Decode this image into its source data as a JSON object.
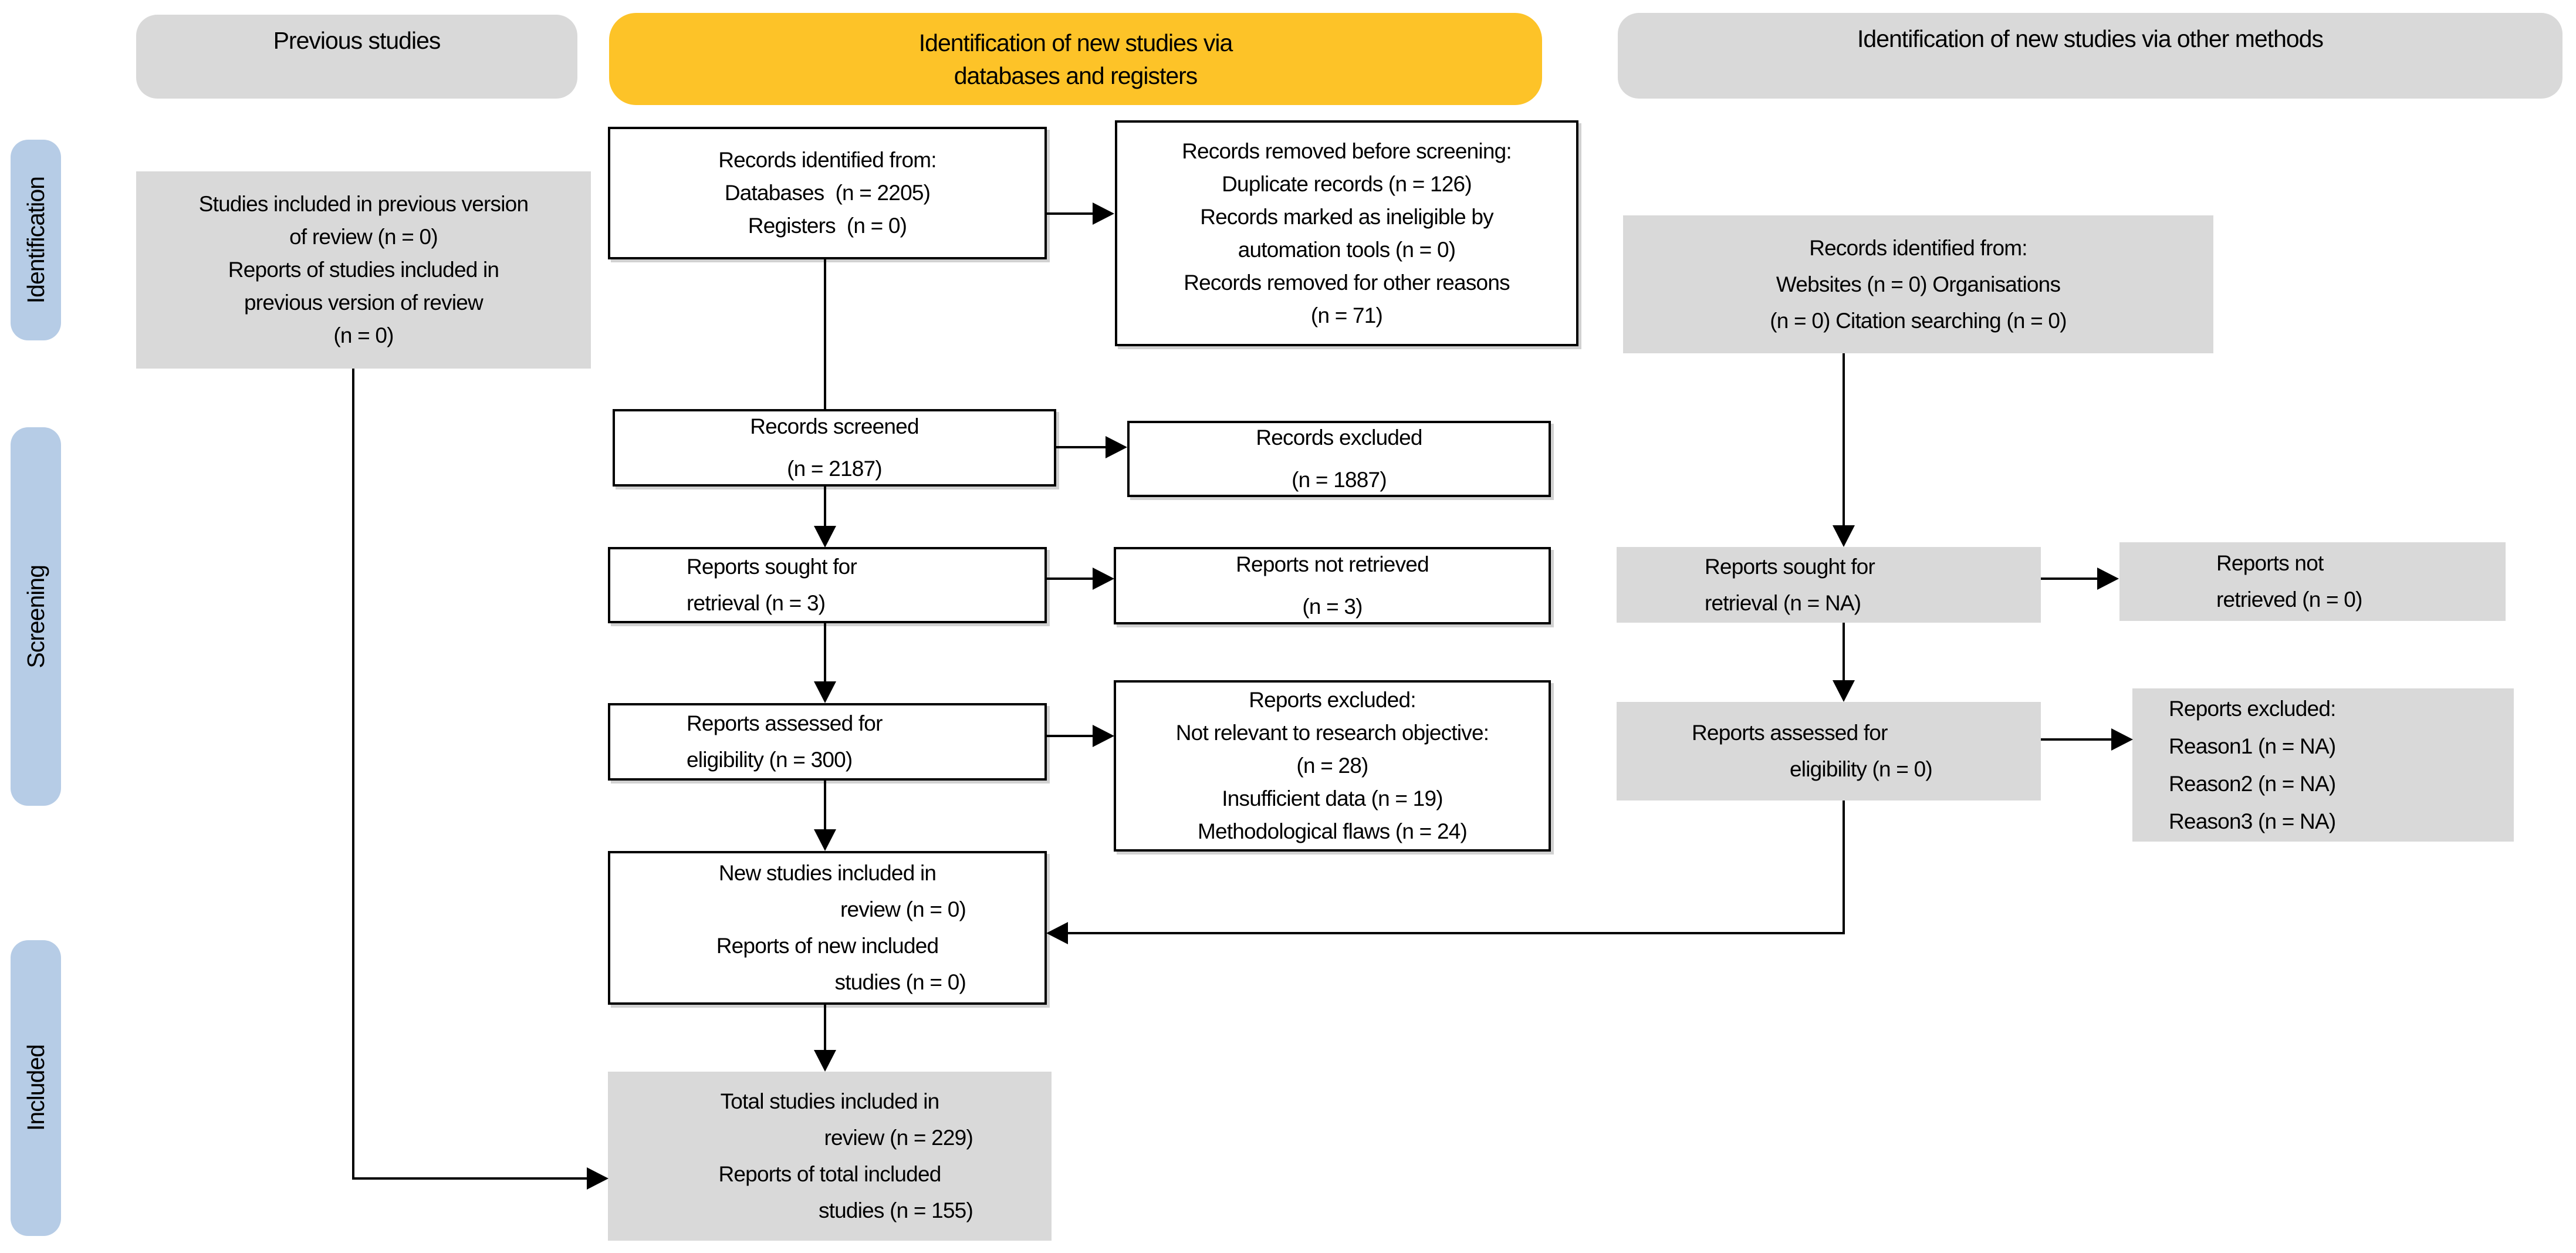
{
  "colors": {
    "orange_header": "#FDC328",
    "gray_box": "#D9D9D9",
    "blue_stage": "#B6CCE6",
    "line": "#000000"
  },
  "headers": {
    "previous": {
      "lines": [
        "Previous studies"
      ]
    },
    "databases": {
      "lines": [
        "Identification of new studies via",
        "databases and registers"
      ]
    },
    "other": {
      "lines": [
        "Identification of new studies via other methods"
      ]
    }
  },
  "stages": {
    "identification": "Identification",
    "screening": "Screening",
    "included": "Included"
  },
  "boxes": {
    "previous_studies": {
      "lines": [
        "Studies included in previous version",
        "of review (n = 0)",
        "Reports of studies included in",
        "previous version of review",
        "(n = 0)"
      ]
    },
    "records_identified": {
      "lines": [
        "Records identified from:",
        "Databases  (n = 2205)",
        "Registers  (n = 0)"
      ]
    },
    "records_removed": {
      "lines": [
        "Records removed before screening:",
        "Duplicate records (n = 126)",
        "Records marked as ineligible by",
        "automation tools (n = 0)",
        "Records removed for other reasons",
        "(n = 71)"
      ]
    },
    "records_screened": {
      "lines": [
        "Records screened",
        "(n = 2187)"
      ]
    },
    "records_excluded": {
      "lines": [
        "Records excluded",
        "(n = 1887)"
      ]
    },
    "reports_sought": {
      "lines": [
        "Reports sought for",
        "retrieval (n = 3)"
      ]
    },
    "reports_not_retrieved": {
      "lines": [
        "Reports not retrieved",
        "(n = 3)"
      ]
    },
    "reports_assessed": {
      "lines": [
        "Reports assessed for",
        "eligibility (n = 300)"
      ]
    },
    "reports_excluded": {
      "lines": [
        "Reports excluded:",
        "Not relevant to research objective:",
        "(n = 28)",
        "Insufficient data (n = 19)",
        "Methodological flaws (n = 24)"
      ]
    },
    "new_studies": {
      "lines": [
        "New studies included in",
        "review (n = 0)",
        "Reports of new included",
        "studies (n = 0)"
      ]
    },
    "total_studies": {
      "lines": [
        "Total studies included in",
        "review (n = 229)",
        "Reports of total included",
        "studies (n = 155)"
      ]
    },
    "other_records": {
      "lines": [
        "Records identified from:",
        "Websites (n = 0) Organisations",
        "(n = 0) Citation searching (n = 0)"
      ]
    },
    "other_sought": {
      "lines": [
        "Reports sought for",
        "retrieval (n = NA)"
      ]
    },
    "other_not_retrieved": {
      "lines": [
        "Reports not",
        "retrieved (n = 0)"
      ]
    },
    "other_assessed": {
      "lines": [
        "Reports assessed for",
        "eligibility (n = 0)"
      ]
    },
    "other_reasons": {
      "lines": [
        "Reports excluded:",
        "Reason1 (n = NA)",
        "Reason2 (n = NA)",
        "Reason3 (n = NA)"
      ]
    }
  }
}
